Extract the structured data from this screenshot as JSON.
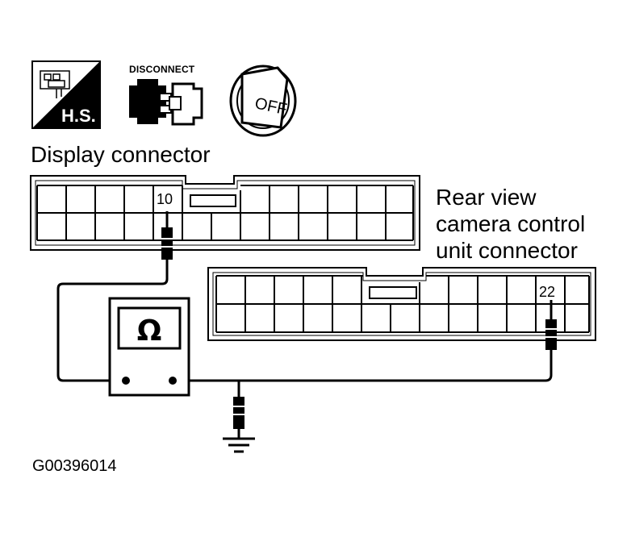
{
  "icons": {
    "hs_label": "H.S.",
    "hs_icon": "harness-side-icon",
    "disconnect_label": "DISCONNECT",
    "disconnect_icon": "disconnect-connector-icon",
    "ignition_label": "OFF",
    "ignition_icon": "ignition-key-off-icon"
  },
  "display_connector": {
    "label": "Display connector",
    "terminal": "10"
  },
  "camera_connector": {
    "label_lines": [
      "Rear view",
      "camera control",
      "unit connector"
    ],
    "terminal": "22"
  },
  "meter": {
    "symbol": "Ω",
    "icon": "ohmmeter-icon"
  },
  "ground_icon": "ground-icon",
  "figure_id": "G00396014"
}
